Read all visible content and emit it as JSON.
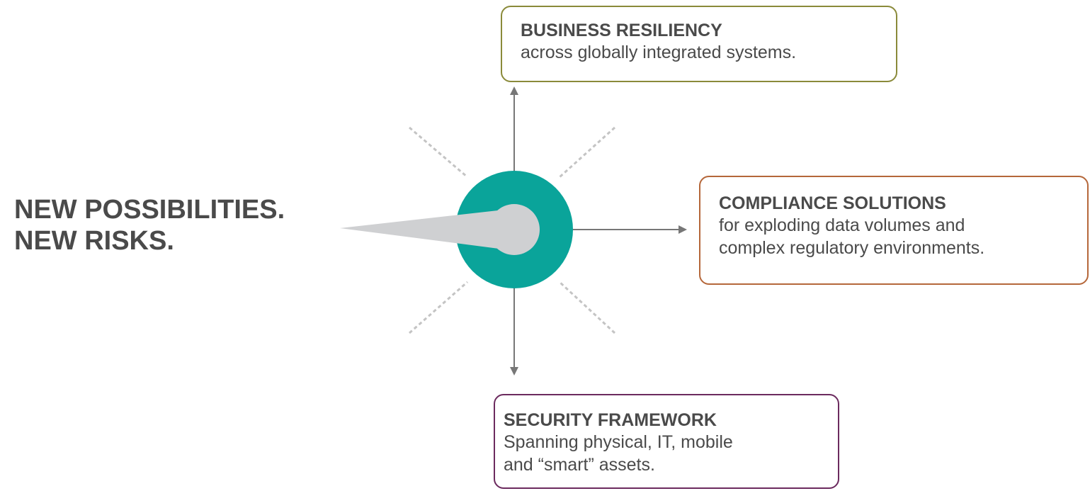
{
  "headline": {
    "line1": "NEW POSSIBILITIES.",
    "line2": "NEW RISKS."
  },
  "boxes": {
    "business": {
      "title": "BUSINESS RESILIENCY",
      "lines": [
        "across globally integrated systems."
      ],
      "border_color": "#8a8a3a"
    },
    "compliance": {
      "title": "COMPLIANCE SOLUTIONS",
      "lines": [
        "for exploding data volumes and",
        "complex regulatory environments."
      ],
      "border_color": "#b5673a"
    },
    "security": {
      "title": "SECURITY FRAMEWORK",
      "lines": [
        "Spanning physical, IT, mobile",
        "and “smart” assets."
      ],
      "border_color": "#6b2a5e"
    }
  },
  "colors": {
    "hub_ring": "#0aa49a",
    "hub_center": "#cfd0d2",
    "pointer": "#cfd0d2",
    "arrow": "#777777",
    "spoke": "#c4c4c4",
    "text": "#4a4a4a"
  },
  "icons": {
    "hub": "teal-ring-hub",
    "pointer": "needle-pointer",
    "arrowheads": "triangle-arrowhead"
  }
}
